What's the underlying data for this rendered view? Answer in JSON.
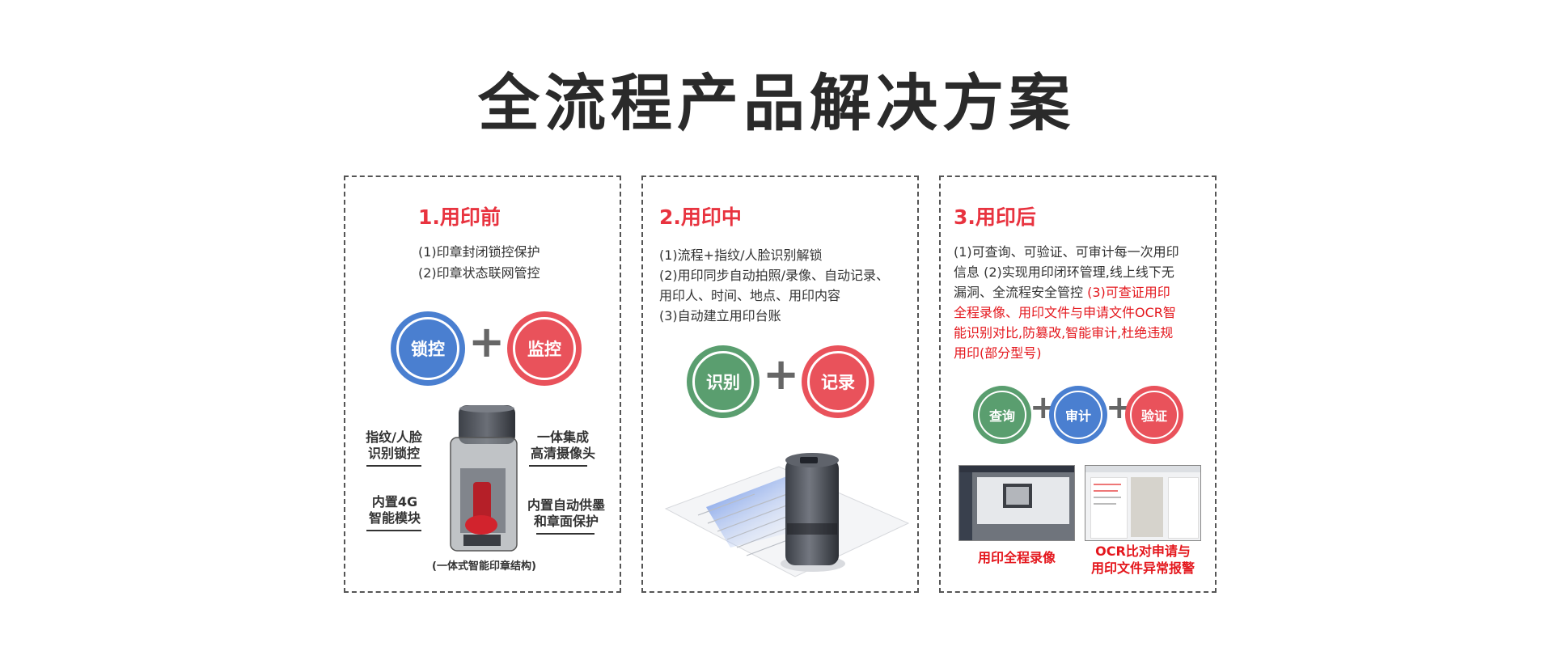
{
  "title": "全流程产品解决方案",
  "stage1": {
    "heading": "1.用印前",
    "lines": [
      "(1)印章封闭锁控保护",
      "(2)印章状态联网管控"
    ],
    "circles": [
      {
        "label": "锁控",
        "color": "#4a7fd0"
      },
      {
        "label": "监控",
        "color": "#e9525b"
      }
    ],
    "plus": "+",
    "features": {
      "top_left": [
        "指纹/人脸",
        "识别锁控"
      ],
      "top_right": [
        "一体集成",
        "高清摄像头"
      ],
      "bottom_left": [
        "内置4G",
        "智能模块"
      ],
      "bottom_right": [
        "内置自动供墨",
        "和章面保护"
      ]
    },
    "caption": "(一体式智能印章结构)"
  },
  "stage2": {
    "heading": "2.用印中",
    "lines": [
      "(1)流程+指纹/人脸识别解锁",
      "(2)用印同步自动拍照/录像、自动记录、",
      "用印人、时间、地点、用印内容",
      "(3)自动建立用印台账"
    ],
    "circles": [
      {
        "label": "识别",
        "color": "#5a9e6f"
      },
      {
        "label": "记录",
        "color": "#e9525b"
      }
    ],
    "plus": "+"
  },
  "stage3": {
    "heading": "3.用印后",
    "lines_black": [
      "(1)可查询、可验证、可审计每一次用印",
      "信息 (2)实现用印闭环管理,线上线下无",
      "漏洞、全流程安全管控 "
    ],
    "lines_red_inline": "(3)可查证用印",
    "lines_red": [
      "全程录像、用印文件与申请文件OCR智",
      "能识别对比,防篡改,智能审计,杜绝违规",
      "用印(部分型号)"
    ],
    "circles": [
      {
        "label": "查询",
        "color": "#5a9e6f"
      },
      {
        "label": "审计",
        "color": "#4a7fd0"
      },
      {
        "label": "验证",
        "color": "#e9525b"
      }
    ],
    "plus": "+",
    "shot_labels": {
      "left": [
        "用印全程录像"
      ],
      "right": [
        "OCR比对申请与",
        "用印文件异常报警"
      ]
    }
  }
}
